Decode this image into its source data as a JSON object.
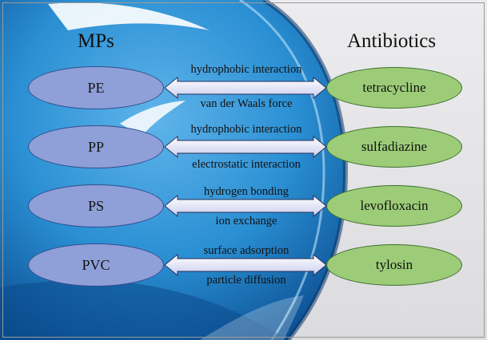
{
  "headings": {
    "left": "MPs",
    "right": "Antibiotics"
  },
  "microplastics": [
    "PE",
    "PP",
    "PS",
    "PVC"
  ],
  "antibiotics": [
    "tetracycline",
    "sulfadiazine",
    "levofloxacin",
    "tylosin"
  ],
  "interactions": [
    {
      "above": "hydrophobic interaction",
      "below": "van der Waals force"
    },
    {
      "above": "hydrophobic interaction",
      "below": "electrostatic interaction"
    },
    {
      "above": "hydrogen bonding",
      "below": "ion exchange"
    },
    {
      "above": "surface adsorption",
      "below": "particle diffusion"
    }
  ],
  "colors": {
    "mp_fill": "#8f9fd8",
    "antibiotic_fill": "#9ccc78",
    "arrow_fill": "#e6e8f8",
    "background_blue": "#1f7fc4",
    "background_gray": "#e9e9ec"
  }
}
